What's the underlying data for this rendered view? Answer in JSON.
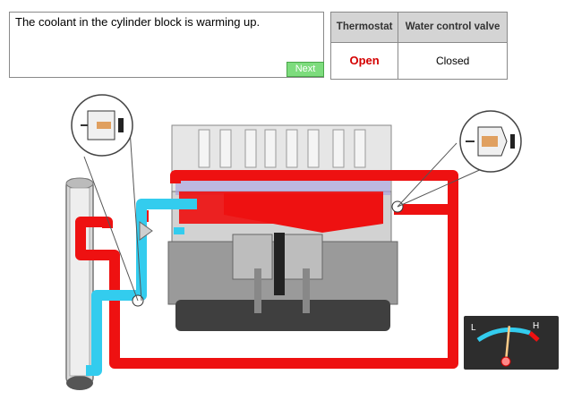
{
  "message": {
    "text": "The coolant in the cylinder block is warming up.",
    "next_label": "Next"
  },
  "status_table": {
    "col1_header": "Thermostat",
    "col2_header": "Water control valve",
    "col1_value": "Open",
    "col2_value": "Closed"
  },
  "gauge": {
    "low_label": "L",
    "high_label": "H",
    "needle_level": 0.55
  },
  "colors": {
    "hot_coolant": "#ee1111",
    "cool_coolant": "#33ccee",
    "open_status": "#d40000",
    "next_button": "#7ddc7d"
  }
}
